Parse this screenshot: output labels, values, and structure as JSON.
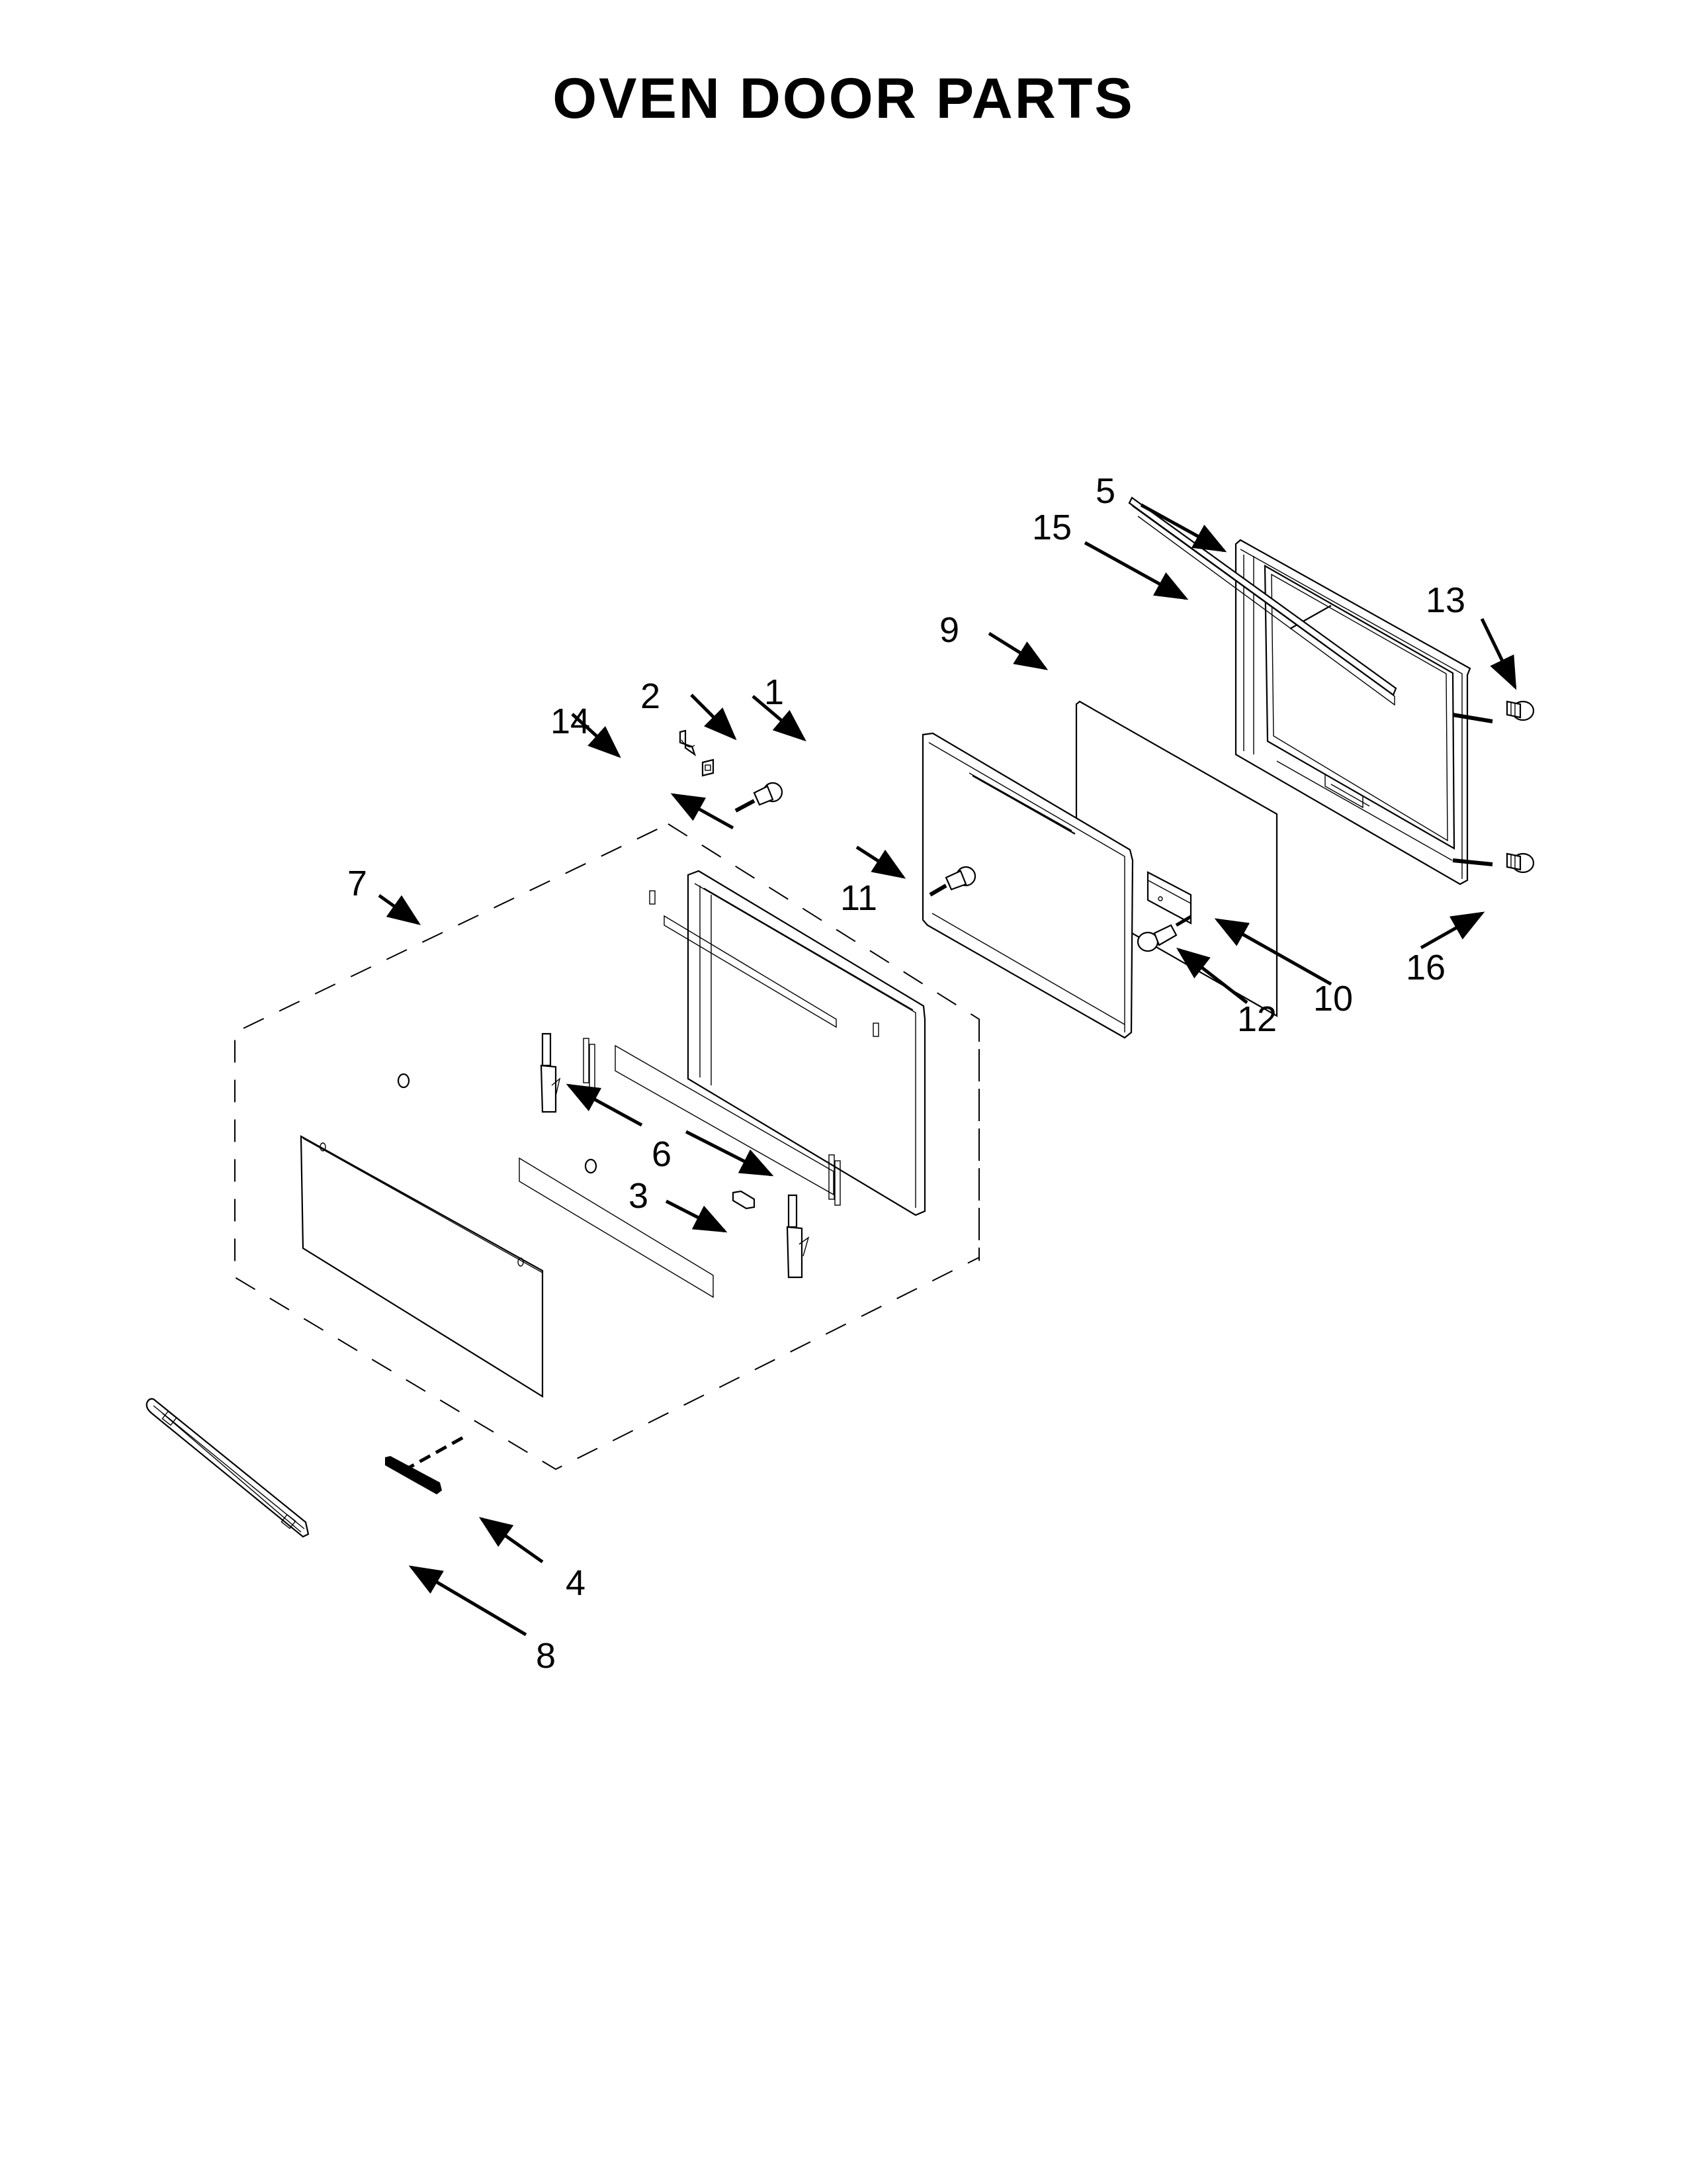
{
  "title": "OVEN DOOR PARTS",
  "callouts": [
    {
      "id": "1",
      "label": "1",
      "part": "door-liner-frame"
    },
    {
      "id": "2",
      "label": "2",
      "part": "clip"
    },
    {
      "id": "3",
      "label": "3",
      "part": "screw"
    },
    {
      "id": "4",
      "label": "4",
      "part": "nameplate-badge"
    },
    {
      "id": "5",
      "label": "5",
      "part": "inner-door-panel"
    },
    {
      "id": "6",
      "label": "6",
      "part": "hinge"
    },
    {
      "id": "7",
      "label": "7",
      "part": "outer-door-assembly"
    },
    {
      "id": "8",
      "label": "8",
      "part": "door-handle"
    },
    {
      "id": "9",
      "label": "9",
      "part": "inner-glass"
    },
    {
      "id": "10",
      "label": "10",
      "part": "bracket"
    },
    {
      "id": "11",
      "label": "11",
      "part": "screw"
    },
    {
      "id": "12",
      "label": "12",
      "part": "screw"
    },
    {
      "id": "13",
      "label": "13",
      "part": "screw"
    },
    {
      "id": "14",
      "label": "14",
      "part": "clip"
    },
    {
      "id": "15",
      "label": "15",
      "part": "channel-strip"
    },
    {
      "id": "16",
      "label": "16",
      "part": "screw"
    }
  ]
}
